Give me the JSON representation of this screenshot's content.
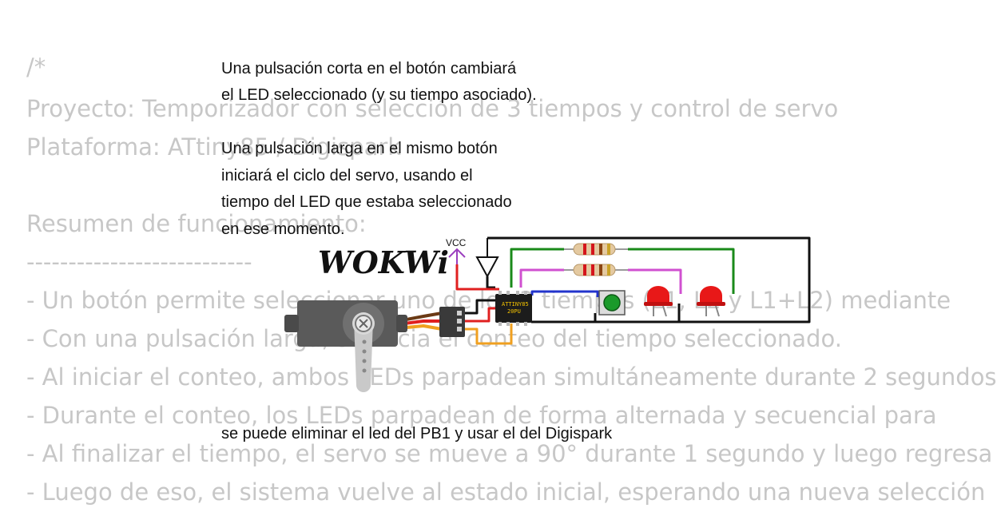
{
  "background_code": [
    "/*",
    "Proyecto: Temporizador con selección de 3 tiempos y control de servo",
    "Plataforma: ATtiny85 / Digispark",
    "",
    "Resumen de funcionamiento:",
    "---------------------------",
    "- Un botón permite seleccionar uno de los 3 tiempos (L1, L2 y L1+L2) mediante",
    "- Con una pulsación larga, se inicia el conteo del tiempo seleccionado.",
    "- Al iniciar el conteo, ambos LEDs parpadean simultáneamente durante 2 segundos",
    "- Durante el conteo, los LEDs parpadean de forma alternada y secuencial para",
    "- Al finalizar el tiempo, el servo se mueve a 90° durante 1 segundo y luego regresa",
    "- Luego de eso, el sistema vuelve al estado inicial, esperando una nueva selección"
  ],
  "notes": {
    "short_press": [
      "Una pulsación corta en el botón cambiará",
      "el LED seleccionado (y su tiempo asociado)."
    ],
    "long_press": [
      "Una pulsación larga en el mismo botón",
      "iniciará el ciclo del servo, usando el",
      "tiempo del LED que estaba seleccionado",
      "en ese momento."
    ],
    "bottom": "se puede eliminar el led del PB1 y usar el del Digispark"
  },
  "circuit": {
    "logo": "WOKWi",
    "vcc_label": "VCC",
    "chip_label_line1": "ATTINY85",
    "chip_label_line2": "20PU"
  },
  "colors": {
    "background_text": "#c7c7c7",
    "wire_red": "#e02020",
    "wire_green": "#1a8a1a",
    "wire_magenta": "#d050d0",
    "wire_blue": "#2233cc",
    "wire_orange": "#f0a020",
    "led_red": "#e81818",
    "button_green": "#1a9a2a",
    "vcc_purple": "#9b3fbf"
  }
}
